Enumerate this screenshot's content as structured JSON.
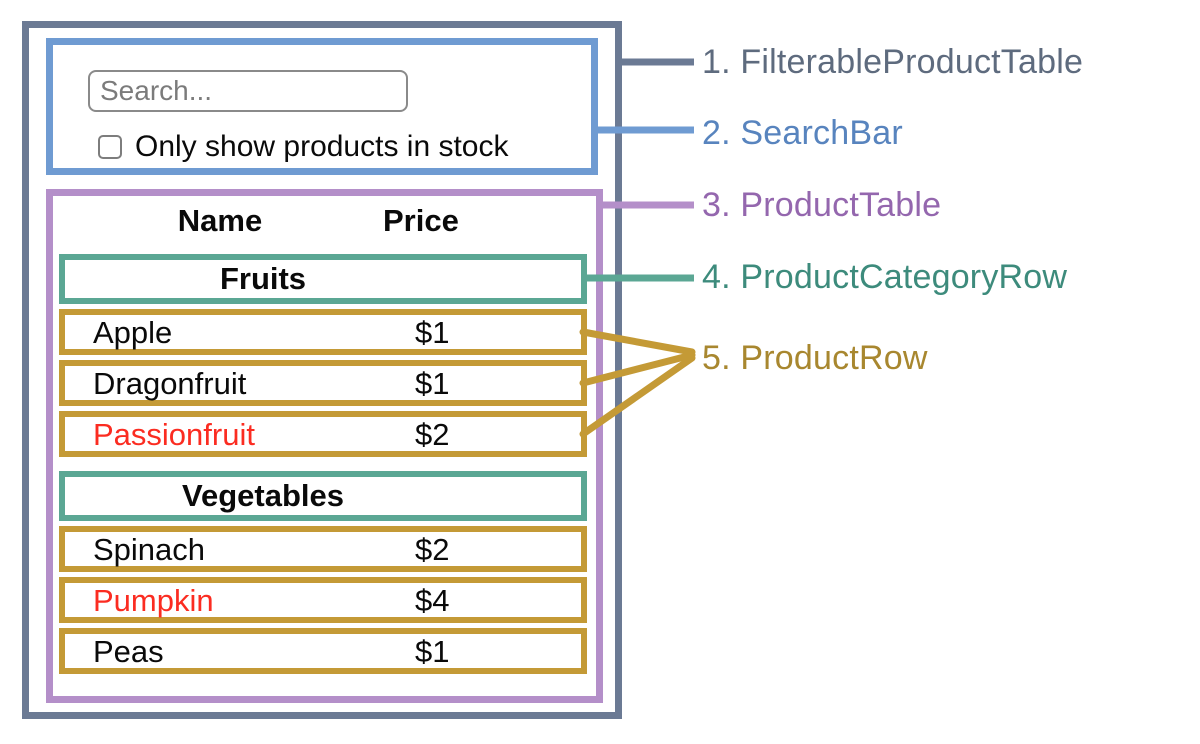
{
  "search": {
    "placeholder": "Search...",
    "checkbox_label": "Only show products in stock",
    "checkbox_checked": false
  },
  "table": {
    "headers": {
      "name": "Name",
      "price": "Price"
    },
    "categories": [
      {
        "label": "Fruits",
        "products": [
          {
            "name": "Apple",
            "price": "$1",
            "red": false
          },
          {
            "name": "Dragonfruit",
            "price": "$1",
            "red": false
          },
          {
            "name": "Passionfruit",
            "price": "$2",
            "red": true
          }
        ]
      },
      {
        "label": "Vegetables",
        "products": [
          {
            "name": "Spinach",
            "price": "$2",
            "red": false
          },
          {
            "name": "Pumpkin",
            "price": "$4",
            "red": true
          },
          {
            "name": "Peas",
            "price": "$1",
            "red": false
          }
        ]
      }
    ]
  },
  "labels": [
    {
      "text": "1. FilterableProductTable",
      "color": "#5e6b7e"
    },
    {
      "text": "2. SearchBar",
      "color": "#5884be"
    },
    {
      "text": "3. ProductTable",
      "color": "#9467ae"
    },
    {
      "text": "4. ProductCategoryRow",
      "color": "#3d8b7c"
    },
    {
      "text": "5. ProductRow",
      "color": "#a8872f"
    }
  ],
  "colors": {
    "outline": "#6b7a94",
    "searchbar": "#6f9bd2",
    "producttable": "#b48fc9",
    "categoryrow": "#5ba794",
    "productrow": "#c49a36",
    "out_of_stock": "#fb2c21"
  }
}
